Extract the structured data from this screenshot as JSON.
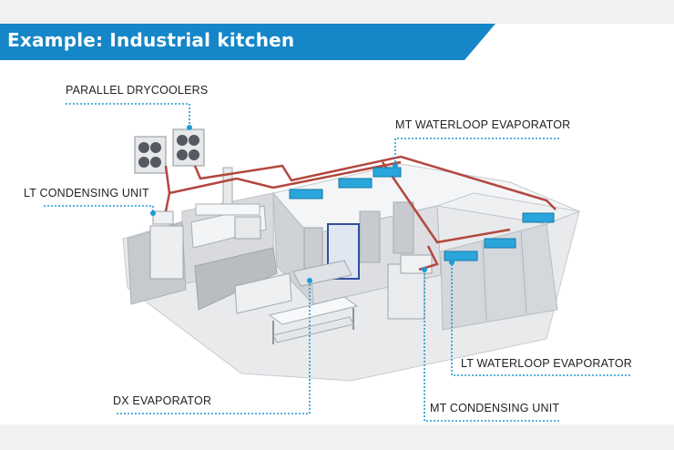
{
  "title": "Example: Industrial kitchen",
  "colors": {
    "banner": "#1586c7",
    "callout_line": "#1e9ad6",
    "pipe": "#b3473f",
    "evaporator": "#2aa6dc"
  },
  "callouts": {
    "parallel_drycoolers": "PARALLEL DRYCOOLERS",
    "lt_condensing_unit": "LT CONDENSING UNIT",
    "mt_waterloop_evaporator": "MT WATERLOOP EVAPORATOR",
    "lt_waterloop_evaporator": "LT WATERLOOP EVAPORATOR",
    "dx_evaporator": "DX EVAPORATOR",
    "mt_condensing_unit": "MT CONDENSING UNIT"
  }
}
